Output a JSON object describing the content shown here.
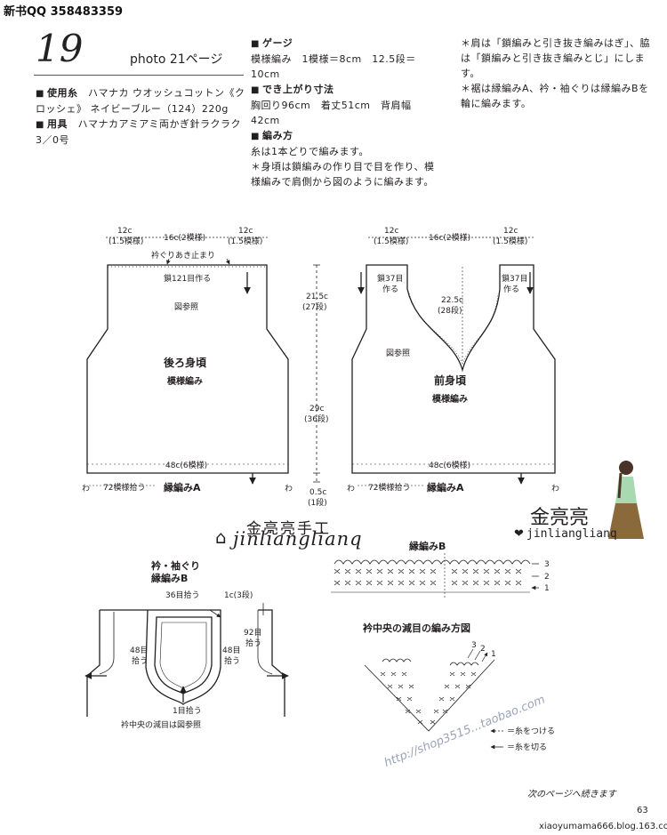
{
  "header": {
    "qq": "新书QQ 358483359"
  },
  "pattern_number": "19",
  "photo_ref": "photo 21ページ",
  "specs": {
    "yarn_label": "使用糸",
    "yarn_text": "ハマナカ ウオッシュコットン《クロッシェ》 ネイビーブルー（124）220g",
    "tools_label": "用具",
    "tools_text": "ハマナカアミアミ両かぎ針ラクラク 3／0号",
    "gauge_label": "ゲージ",
    "gauge_text": "模様編み　1模様＝8cm　12.5段＝10cm",
    "size_label": "でき上がり寸法",
    "size_text": "胸回り96cm　着丈51cm　背肩幅42cm",
    "method_label": "編み方",
    "method_line1": "糸は1本どりで編みます。",
    "method_line2": "＊身頃は鎖編みの作り目で目を作り、模様編みで肩側から図のように編みます。",
    "method_line3": "＊肩は「鎖編みと引き抜き編みはぎ」、脇は「鎖編みと引き抜き編みとじ」にします。",
    "method_line4": "＊裾は縁編みA、衿・袖ぐりは縁編みBを輪に編みます。"
  },
  "back_panel": {
    "top_left_cm": "12c",
    "top_left_pat": "(1.5模様)",
    "top_mid": "16c(2模様)",
    "top_right_cm": "12c",
    "top_right_pat": "(1.5模様)",
    "neck_note": "衿ぐりあき止まり",
    "chain": "鎖121目作る",
    "ref": "図参照",
    "title": "後ろ身頃",
    "sub": "模様編み",
    "bottom": "48c(6模様)",
    "pickup": "72模様拾う",
    "edging": "縁編みA",
    "wa": "わ"
  },
  "center_dims": {
    "upper_cm": "21.5c",
    "upper_rows": "(27段)",
    "lower_cm": "29c",
    "lower_rows": "(36段)",
    "hem_cm": "0.5c",
    "hem_rows": "(1段)"
  },
  "front_panel": {
    "top_left_cm": "12c",
    "top_left_pat": "(1.5模様)",
    "top_mid": "16c(2模様)",
    "top_right_cm": "12c",
    "top_right_pat": "(1.5模様)",
    "chain_left": "鎖37目",
    "make_left": "作る",
    "chain_right": "鎖37目",
    "make_right": "作る",
    "v_cm": "22.5c",
    "v_rows": "(28段)",
    "ref": "図参照",
    "title": "前身頃",
    "sub": "模様編み",
    "bottom": "48c(6模様)",
    "pickup": "72模様拾う",
    "edging": "縁編みA",
    "wa": "わ"
  },
  "watermarks": {
    "cn_title": "金亮亮手工",
    "cn_script": "jinlianglianq",
    "name": "金亮亮",
    "name_en": "jinlianglianq",
    "diag_url": "http://shop3515...taobao.com"
  },
  "collar": {
    "title1": "衿・袖ぐり",
    "title2": "縁編みB",
    "top_pick": "36目拾う",
    "shoulder": "1c(3段)",
    "side_pick_num": "48目",
    "side_pick": "拾う",
    "side_pick_num2": "48目",
    "side_pick2": "拾う",
    "arm_pick_num": "92目",
    "arm_pick": "拾う",
    "center_pick": "1目拾う",
    "center_note": "衿中央の減目は図参照"
  },
  "edging_b": {
    "title": "縁編みB",
    "rows": [
      "3",
      "2",
      "1"
    ]
  },
  "v_diagram": {
    "title": "衿中央の減目の編み方図",
    "rows": [
      "3",
      "2",
      "1"
    ],
    "legend1": "＝糸をつける",
    "legend2": "＝糸を切る"
  },
  "footer": {
    "next": "次のページへ続きます",
    "page": "63",
    "blog": "xiaoyumama666.blog.163.com"
  }
}
